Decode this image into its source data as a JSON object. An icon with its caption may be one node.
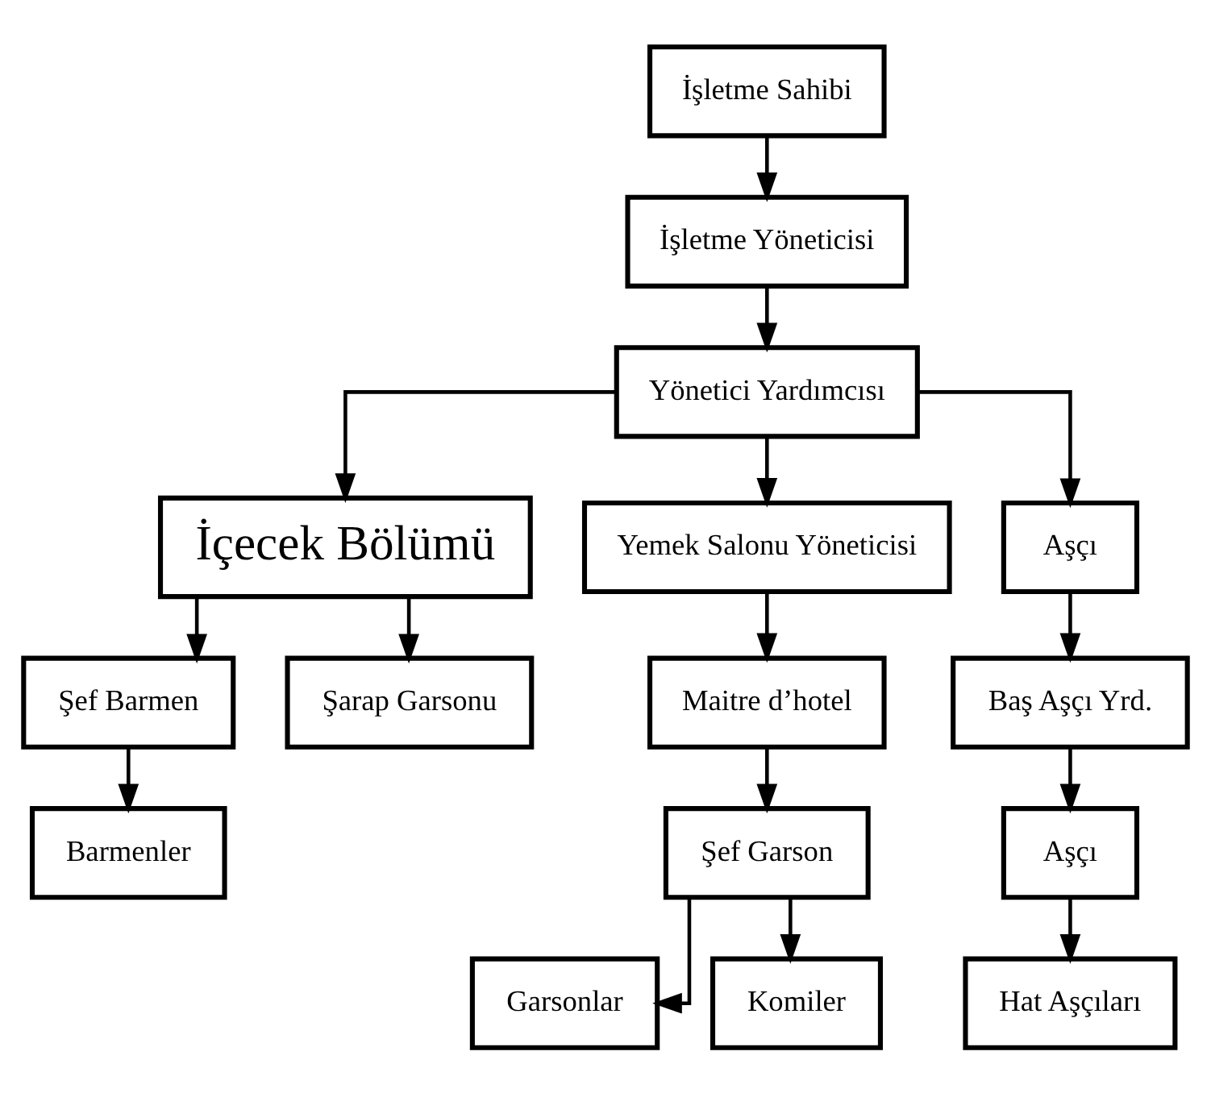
{
  "diagram": {
    "nodes": [
      {
        "text": [
          "İşletme Sahibi"
        ]
      },
      {
        "text": [
          "İşletme Yöneticisi"
        ]
      },
      {
        "text": [
          "Yönetici Yardımcısı"
        ]
      },
      {
        "text": [
          "İçecek Bölümü"
        ]
      },
      {
        "text": [
          "Yemek Salonu Yöneticisi"
        ]
      },
      {
        "text": [
          "Aşçı"
        ]
      },
      {
        "text": [
          "Şef Barmen"
        ]
      },
      {
        "text": [
          "Şarap Garsonu"
        ]
      },
      {
        "text": [
          "Maitre d’hotel"
        ]
      },
      {
        "text": [
          "Baş Aşçı Yrd."
        ]
      },
      {
        "text": [
          "Barmenler"
        ]
      },
      {
        "text": [
          "Şef Garson"
        ]
      },
      {
        "text": [
          "Aşçı"
        ]
      },
      {
        "text": [
          "Garsonlar"
        ]
      },
      {
        "text": [
          "Komiler"
        ]
      },
      {
        "text": [
          "Hat Aşçıları"
        ]
      }
    ],
    "edges": [
      {
        "from": 0,
        "to": 1,
        "arrow": "to"
      },
      {
        "from": 1,
        "to": 2,
        "arrow": "to"
      },
      {
        "from": 2,
        "to": 3,
        "arrow": "to"
      },
      {
        "from": 2,
        "to": 4,
        "arrow": "to"
      },
      {
        "from": 2,
        "to": 5,
        "arrow": "to"
      },
      {
        "from": 3,
        "to": 6,
        "arrow": "to"
      },
      {
        "from": 3,
        "to": 7,
        "arrow": "to"
      },
      {
        "from": 4,
        "to": 8,
        "arrow": "to"
      },
      {
        "from": 5,
        "to": 9,
        "arrow": "to"
      },
      {
        "from": 6,
        "to": 10,
        "arrow": "to"
      },
      {
        "from": 8,
        "to": 11,
        "arrow": "to"
      },
      {
        "from": 9,
        "to": 12,
        "arrow": "to"
      },
      {
        "from": 11,
        "to": 13,
        "arrow": "to"
      },
      {
        "from": 11,
        "to": 14,
        "arrow": "to"
      },
      {
        "from": 12,
        "to": 15,
        "arrow": "to"
      }
    ]
  }
}
